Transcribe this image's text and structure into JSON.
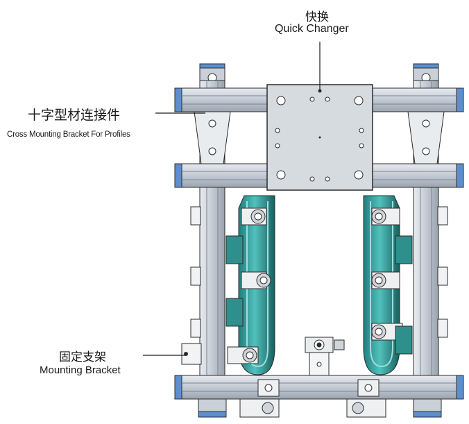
{
  "callouts": {
    "quick_changer": {
      "cn": "快换",
      "en": "Quick Changer"
    },
    "cross_bracket": {
      "cn": "十字型材连接件",
      "en": "Cross Mounting Bracket For Profiles"
    },
    "mounting_bracket": {
      "cn": "固定支架",
      "en": "Mounting Bracket"
    }
  },
  "colors": {
    "profile_blue": "#6e96c8",
    "profile_gray": "#c9d0d8",
    "tube_teal": "#3aa7a4",
    "plate_gray": "#d6dbe0",
    "outline": "#2b2b2b"
  }
}
